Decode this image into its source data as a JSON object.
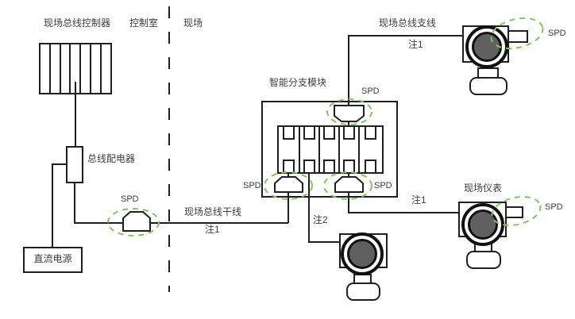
{
  "zones": {
    "control_room": "控制室",
    "field": "现场"
  },
  "components": {
    "fieldbus_controller": "现场总线控制器",
    "bus_power_distributor": "总线配电器",
    "dc_power_supply": "直流电源",
    "smart_branch_module": "智能分支模块",
    "field_instrument": "现场仪表"
  },
  "cables": {
    "trunk": "现场总线干线",
    "branch": "现场总线支线"
  },
  "notes": {
    "note1": "注1",
    "note2": "注2"
  },
  "spd_label": "SPD",
  "colors": {
    "line": "#1f1f1f",
    "spd_highlight_green": "#82c45f",
    "instrument_face_gray": "#606060"
  }
}
